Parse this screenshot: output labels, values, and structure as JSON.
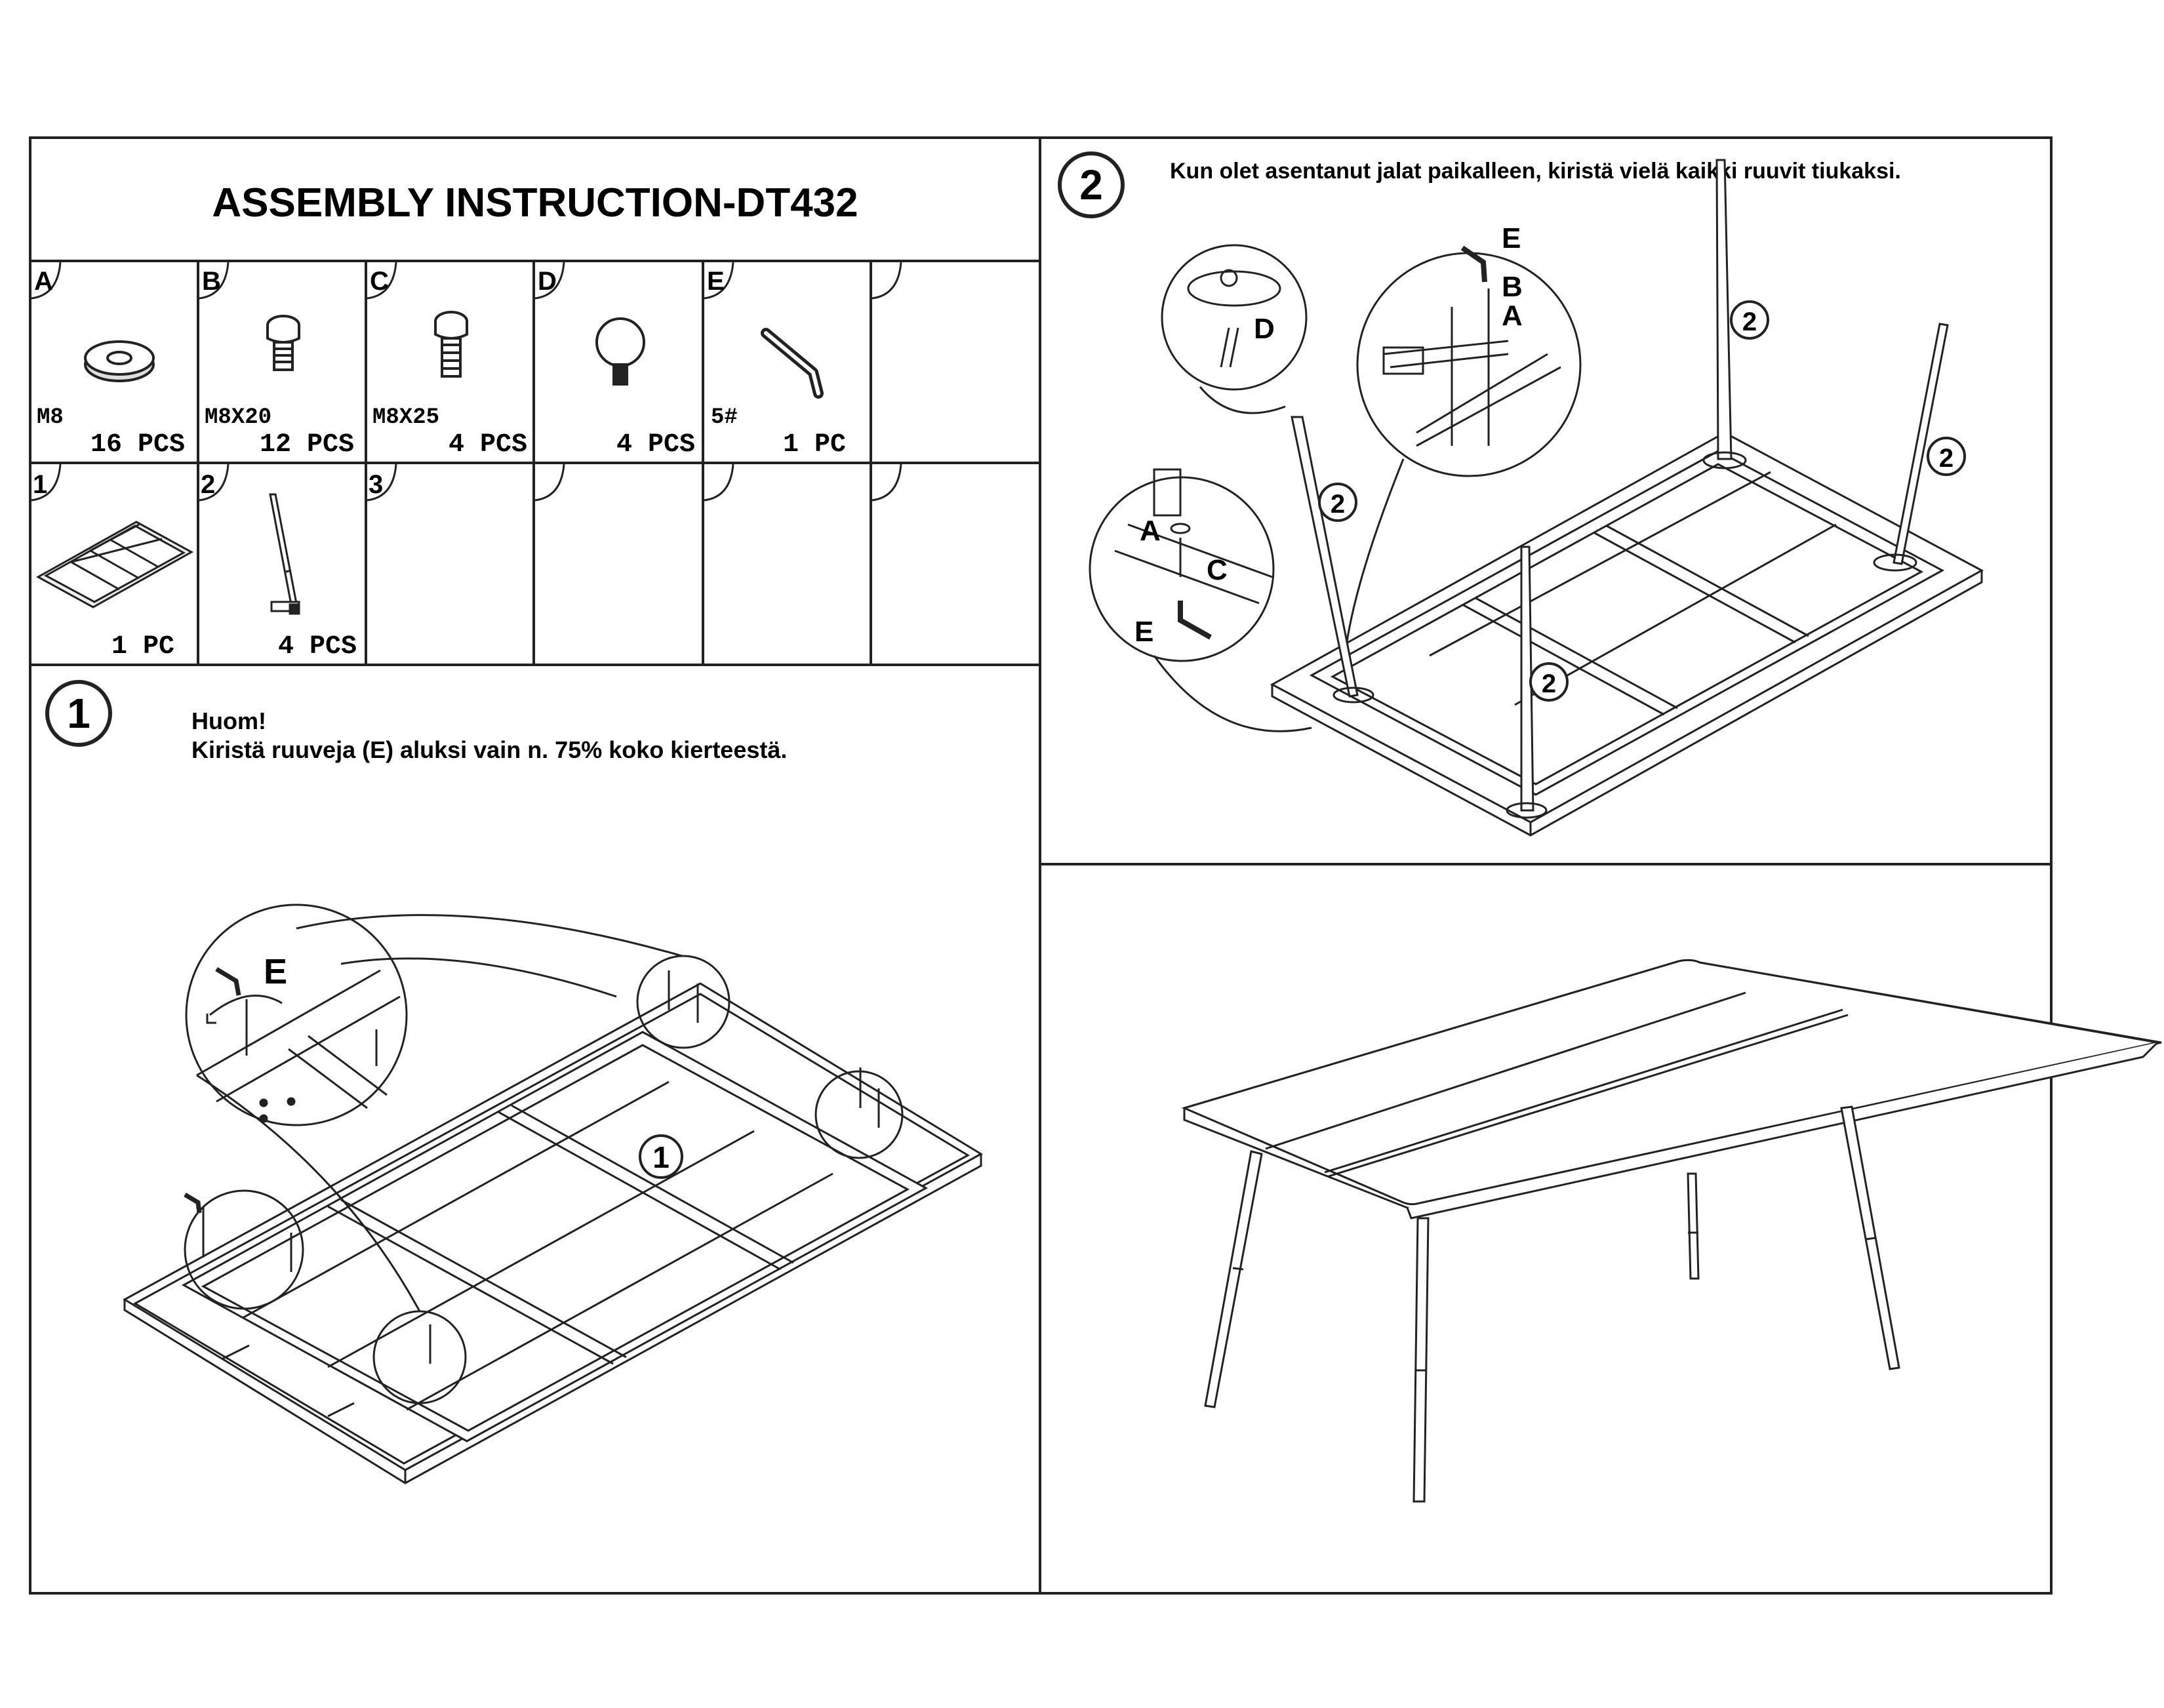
{
  "header": {
    "title": "ASSEMBLY  INSTRUCTION-DT432"
  },
  "parts_row1": [
    {
      "letter": "A",
      "spec": "M8",
      "qty": "16 PCS",
      "icon": "washer-icon"
    },
    {
      "letter": "B",
      "spec": "M8X20",
      "qty": "12 PCS",
      "icon": "bolt-short-icon"
    },
    {
      "letter": "C",
      "spec": "M8X25",
      "qty": "4 PCS",
      "icon": "bolt-long-icon"
    },
    {
      "letter": "D",
      "spec": "",
      "qty": "4 PCS",
      "icon": "glide-foot-icon"
    },
    {
      "letter": "E",
      "spec": "5#",
      "qty": "1 PC",
      "icon": "allen-key-icon"
    },
    {
      "letter": "",
      "spec": "",
      "qty": "",
      "icon": ""
    }
  ],
  "parts_row2": [
    {
      "letter": "1",
      "qty": "1 PC",
      "icon": "tabletop-frame-icon"
    },
    {
      "letter": "2",
      "qty": "4 PCS",
      "icon": "table-leg-icon"
    },
    {
      "letter": "3",
      "qty": ""
    },
    {
      "letter": "",
      "qty": ""
    },
    {
      "letter": "",
      "qty": ""
    },
    {
      "letter": "",
      "qty": ""
    }
  ],
  "step1": {
    "number": "1",
    "note_title": "Huom!",
    "note_text": "Kiristä ruuveja (E) aluksi vain n. 75% koko kierteestä.",
    "callout_letter": "E",
    "part_label": "1"
  },
  "step2": {
    "number": "2",
    "note_text": "Kun olet asentanut jalat paikalleen, kiristä vielä kaikki ruuvit tiukaksi.",
    "callouts": {
      "d": "D",
      "e_top": "E",
      "b": "B",
      "a_top": "A",
      "a_left": "A",
      "c": "C",
      "e_left": "E"
    },
    "leg_label": "2"
  }
}
